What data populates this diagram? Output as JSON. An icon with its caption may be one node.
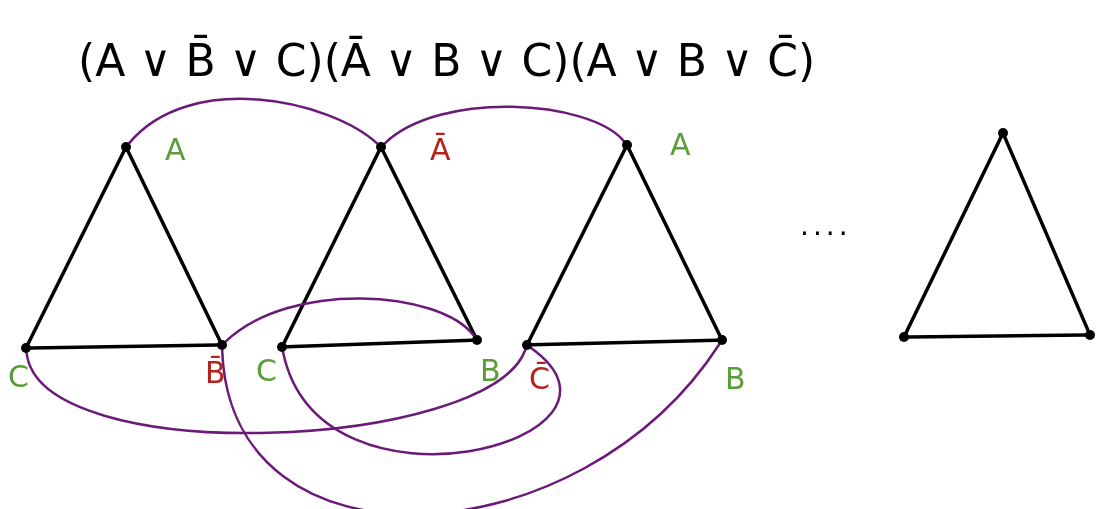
{
  "diagram": {
    "title": "(A ∨ B̄ ∨ C)(Ā ∨ B ∨ C)(A ∨ B ∨ C̄)",
    "nodes": [
      {
        "text": [],
        "shape": "circle",
        "beside": [
          "A"
        ]
      },
      {
        "text": [],
        "shape": "circle",
        "beside": [
          "C"
        ]
      },
      {
        "text": [],
        "shape": "circle",
        "beside": [
          "B̄"
        ]
      },
      {
        "text": [],
        "shape": "circle",
        "beside": [
          "Ā"
        ]
      },
      {
        "text": [],
        "shape": "circle",
        "beside": [
          "C"
        ]
      },
      {
        "text": [],
        "shape": "circle",
        "beside": [
          "B"
        ]
      },
      {
        "text": [],
        "shape": "circle",
        "beside": [
          "A"
        ]
      },
      {
        "text": [],
        "shape": "circle",
        "beside": [
          "C̄"
        ]
      },
      {
        "text": [],
        "shape": "circle",
        "beside": [
          "B"
        ]
      },
      {
        "text": [],
        "shape": "circle"
      },
      {
        "text": [],
        "shape": "circle"
      },
      {
        "text": [],
        "shape": "circle"
      }
    ],
    "edges": [
      {
        "from": 0,
        "to": 1,
        "arrow": "none"
      },
      {
        "from": 0,
        "to": 2,
        "arrow": "none"
      },
      {
        "from": 1,
        "to": 2,
        "arrow": "none"
      },
      {
        "from": 3,
        "to": 4,
        "arrow": "none"
      },
      {
        "from": 3,
        "to": 5,
        "arrow": "none"
      },
      {
        "from": 4,
        "to": 5,
        "arrow": "none"
      },
      {
        "from": 6,
        "to": 7,
        "arrow": "none"
      },
      {
        "from": 6,
        "to": 8,
        "arrow": "none"
      },
      {
        "from": 7,
        "to": 8,
        "arrow": "none"
      },
      {
        "from": 9,
        "to": 10,
        "arrow": "none"
      },
      {
        "from": 9,
        "to": 11,
        "arrow": "none"
      },
      {
        "from": 10,
        "to": 11,
        "arrow": "none"
      },
      {
        "from": 0,
        "to": 3,
        "arrow": "none",
        "color": "#6b1a7a"
      },
      {
        "from": 3,
        "to": 6,
        "arrow": "none",
        "color": "#6b1a7a"
      },
      {
        "from": 2,
        "to": 5,
        "arrow": "none",
        "color": "#6b1a7a"
      },
      {
        "from": 1,
        "to": 7,
        "arrow": "none",
        "color": "#6b1a7a"
      },
      {
        "from": 4,
        "to": 7,
        "arrow": "none",
        "color": "#6b1a7a"
      },
      {
        "from": 2,
        "to": 8,
        "arrow": "none",
        "color": "#6b1a7a"
      }
    ],
    "labels": [
      "...."
    ]
  }
}
